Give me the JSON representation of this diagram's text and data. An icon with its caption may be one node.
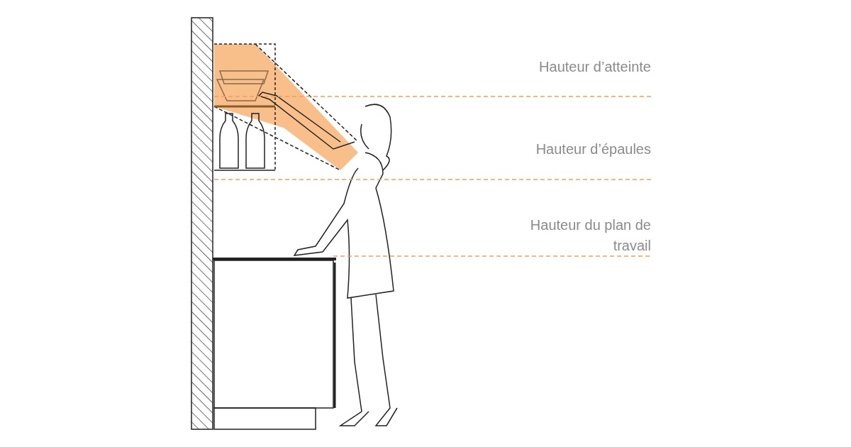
{
  "diagram": {
    "labels": [
      "Hauteur d’atteinte",
      "Hauteur d’épaules",
      "Hauteur du plan de travail"
    ]
  }
}
